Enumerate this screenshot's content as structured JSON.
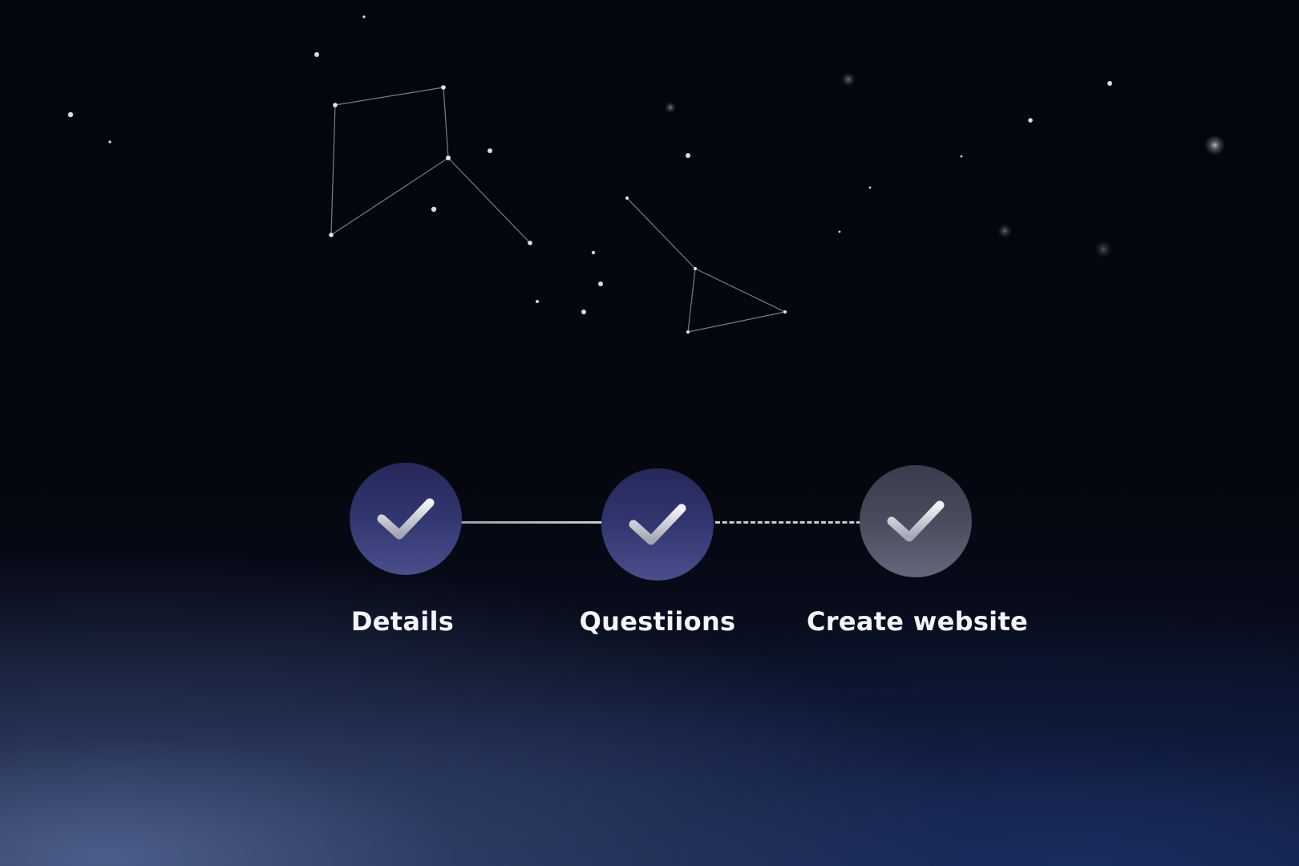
{
  "colors": {
    "step_done_fill": "#323670",
    "step_pending_fill": "#4a4c5e",
    "checkmark": "#d6d7de",
    "label_text": "#f4f5f8",
    "connector": "#c8c9d1"
  },
  "stepper": {
    "steps": [
      {
        "label": "Details",
        "status": "completed",
        "icon": "check-icon"
      },
      {
        "label": "Questiions",
        "status": "completed",
        "icon": "check-icon"
      },
      {
        "label": "Create website",
        "status": "pending",
        "icon": "check-icon"
      }
    ],
    "connectors": [
      {
        "style": "solid"
      },
      {
        "style": "dashed"
      }
    ]
  }
}
